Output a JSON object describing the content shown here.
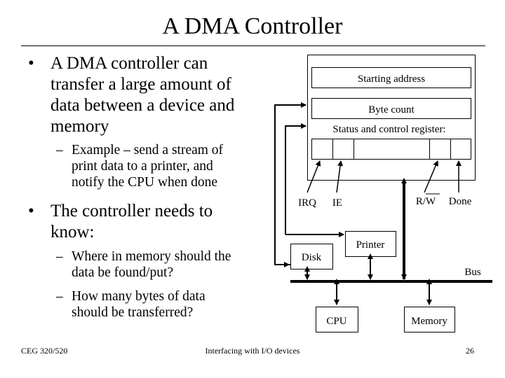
{
  "slide": {
    "title": "A DMA Controller",
    "bullets": [
      {
        "text": "A DMA controller can transfer a large amount of data between a device and memory",
        "lines": [
          "A DMA controller can",
          "transfer a large amount of",
          "data between a device and",
          "memory"
        ],
        "subbullets": [
          {
            "text": "Example – send a stream of print data to a printer, and notify the CPU when done",
            "lines": [
              "Example – send a stream of",
              "print data to a printer, and",
              "notify the CPU when done"
            ]
          }
        ]
      },
      {
        "text": "The controller needs to know:",
        "lines": [
          "The controller needs to",
          "know:"
        ],
        "subbullets": [
          {
            "text": "Where in memory should the data be found/put?",
            "lines": [
              "Where in memory should the",
              "data be found/put?"
            ]
          },
          {
            "text": "How many bytes of data should be transferred?",
            "lines": [
              "How many bytes of data",
              "should be transferred?"
            ]
          }
        ]
      }
    ],
    "bullet_glyph": "•",
    "subbullet_glyph": "–"
  },
  "diagram": {
    "registers": {
      "starting_address": "Starting address",
      "byte_count": "Byte count",
      "status_control": "Status and control register:"
    },
    "status_bits": {
      "irq": "IRQ",
      "ie": "IE",
      "rw": "R/W",
      "done": "Done"
    },
    "devices": {
      "disk": "Disk",
      "printer": "Printer",
      "cpu": "CPU",
      "memory": "Memory"
    },
    "bus_label": "Bus"
  },
  "footer": {
    "course": "CEG 320/520",
    "topic": "Interfacing with I/O devices",
    "page": "26"
  }
}
